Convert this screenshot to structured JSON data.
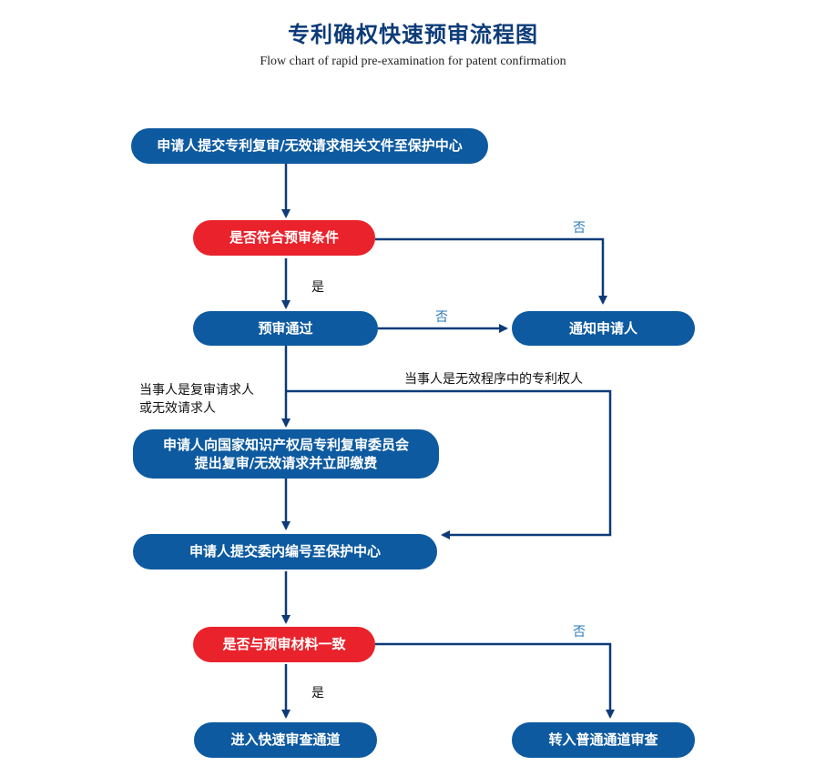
{
  "title": "专利确权快速预审流程图",
  "subtitle": "Flow chart of rapid pre-examination for patent confirmation",
  "nodes": {
    "submit_docs": "申请人提交专利复审/无效请求相关文件至保护中心",
    "check_conditions": "是否符合预审条件",
    "pre_exam_pass": "预审通过",
    "notify_applicant": "通知申请人",
    "apply_board_line1": "申请人向国家知识产权局专利复审委员会",
    "apply_board_line2": "提出复审/无效请求并立即缴费",
    "submit_internal_no": "申请人提交委内编号至保护中心",
    "check_consistent": "是否与预审材料一致",
    "fast_channel": "进入快速审查通道",
    "normal_channel": "转入普通通道审查"
  },
  "edge_labels": {
    "no_1": "否",
    "yes_1": "是",
    "no_2": "否",
    "requester_line1": "当事人是复审请求人",
    "requester_line2": "或无效请求人",
    "patentee": "当事人是无效程序中的专利权人",
    "no_3": "否",
    "yes_2": "是"
  },
  "colors": {
    "node_blue": "#0d5aa0",
    "node_red": "#e9222b",
    "line": "#0d3b78",
    "title": "#0d3b78"
  }
}
